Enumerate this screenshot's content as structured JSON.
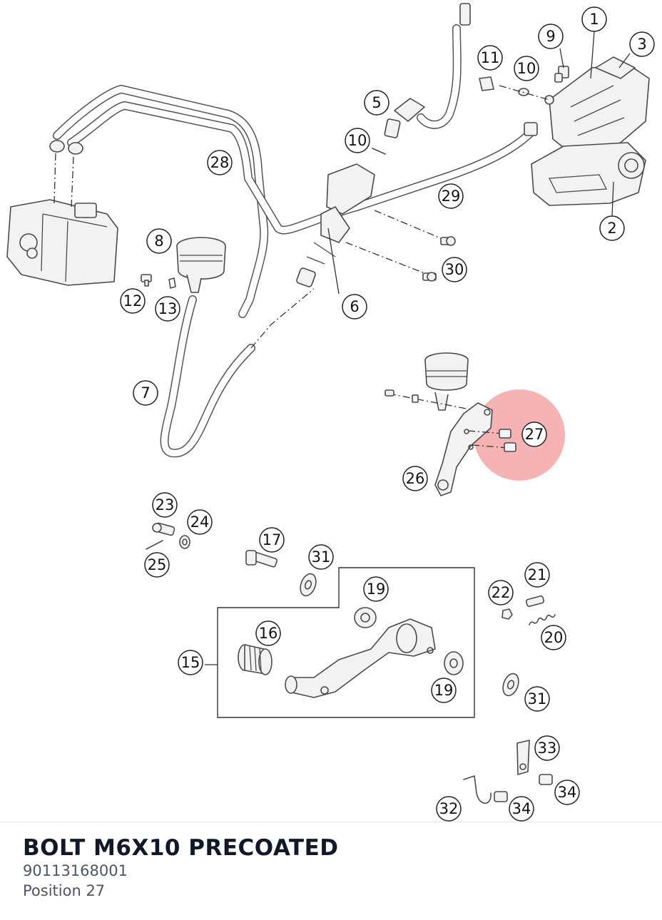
{
  "selected_part": {
    "title": "BOLT M6X10 PRECOATED",
    "part_number": "90113168001",
    "position_label": "Position 27"
  },
  "highlight": {
    "callout": "27",
    "color": "#f08080"
  },
  "callouts": {
    "c1": "1",
    "c2": "2",
    "c3": "3",
    "c5": "5",
    "c6": "6",
    "c7": "7",
    "c8": "8",
    "c9": "9",
    "c10a": "10",
    "c10b": "10",
    "c11": "11",
    "c12": "12",
    "c13": "13",
    "c15": "15",
    "c16": "16",
    "c17": "17",
    "c19a": "19",
    "c19b": "19",
    "c20": "20",
    "c21": "21",
    "c22": "22",
    "c23": "23",
    "c24": "24",
    "c25": "25",
    "c26": "26",
    "c27": "27",
    "c28": "28",
    "c29": "29",
    "c30": "30",
    "c31a": "31",
    "c31b": "31",
    "c32": "32",
    "c33": "33",
    "c34a": "34",
    "c34b": "34"
  }
}
